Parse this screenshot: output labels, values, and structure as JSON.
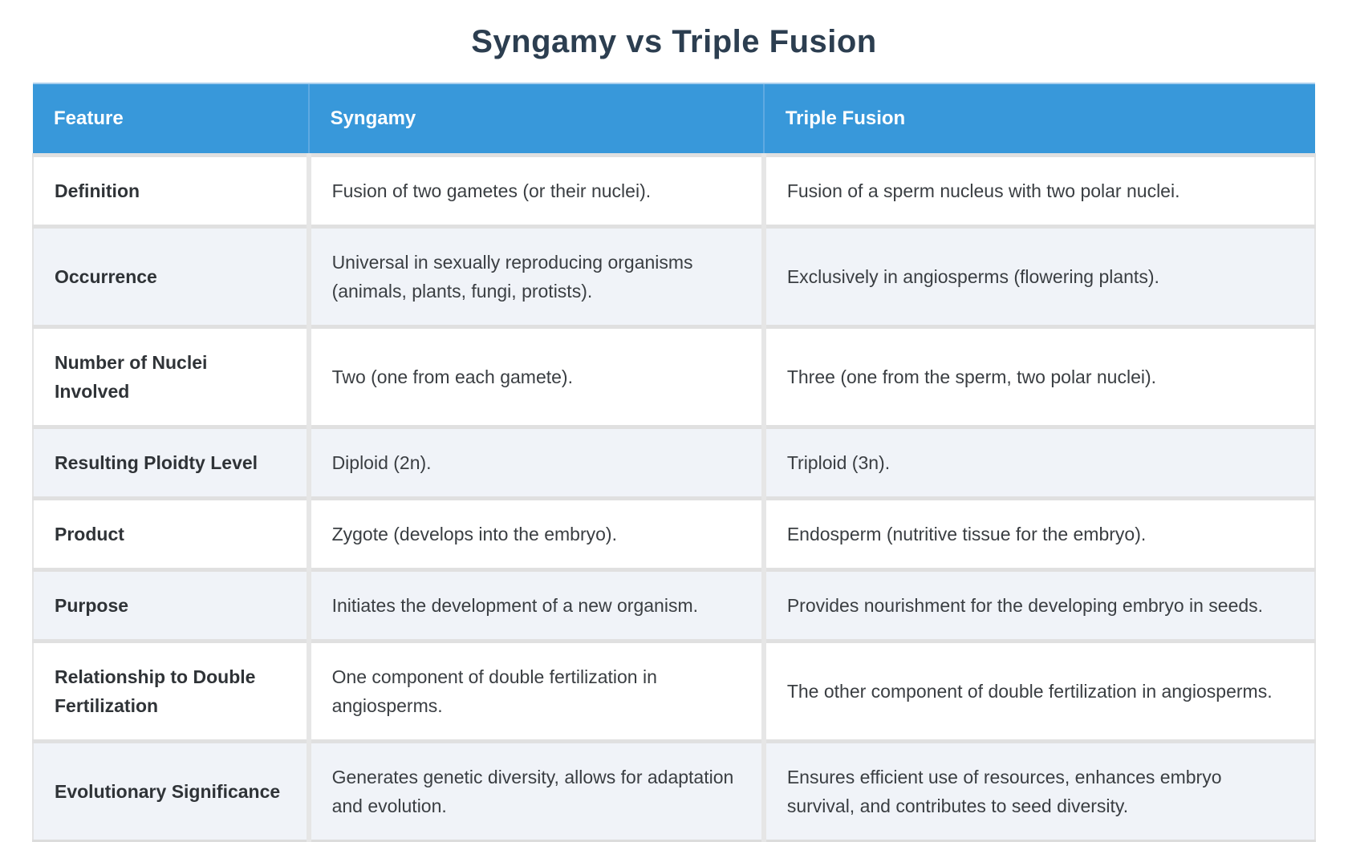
{
  "page": {
    "title": "Syngamy vs Triple Fusion"
  },
  "colors": {
    "header_bg": "#3898da",
    "header_text": "#ffffff",
    "title_text": "#2c3e50",
    "row_alt_bg": "#f0f3f8",
    "row_bg": "#ffffff",
    "body_text": "#3a3e42",
    "border": "#e0e0e0"
  },
  "table": {
    "columns": [
      "Feature",
      "Syngamy",
      "Triple Fusion"
    ],
    "rows": [
      {
        "feature": "Definition",
        "syngamy": "Fusion of two gametes (or their nuclei).",
        "triple_fusion": "Fusion of a sperm nucleus with two polar nuclei."
      },
      {
        "feature": "Occurrence",
        "syngamy": "Universal in sexually reproducing organisms (animals, plants, fungi, protists).",
        "triple_fusion": "Exclusively in angiosperms (flowering plants)."
      },
      {
        "feature": "Number of Nuclei Involved",
        "syngamy": "Two (one from each gamete).",
        "triple_fusion": "Three (one from the sperm, two polar nuclei)."
      },
      {
        "feature": "Resulting Ploidty Level",
        "syngamy": "Diploid (2n).",
        "triple_fusion": "Triploid (3n)."
      },
      {
        "feature": "Product",
        "syngamy": "Zygote (develops into the embryo).",
        "triple_fusion": "Endosperm (nutritive tissue for the embryo)."
      },
      {
        "feature": "Purpose",
        "syngamy": "Initiates the development of a new organism.",
        "triple_fusion": "Provides nourishment for the developing embryo in seeds."
      },
      {
        "feature": "Relationship to Double Fertilization",
        "syngamy": "One component of double fertilization in angiosperms.",
        "triple_fusion": "The other component of double fertilization in angiosperms."
      },
      {
        "feature": "Evolutionary Significance",
        "syngamy": "Generates genetic diversity, allows for adaptation and evolution.",
        "triple_fusion": "Ensures efficient use of resources, enhances embryo survival, and contributes to seed diversity."
      }
    ]
  }
}
